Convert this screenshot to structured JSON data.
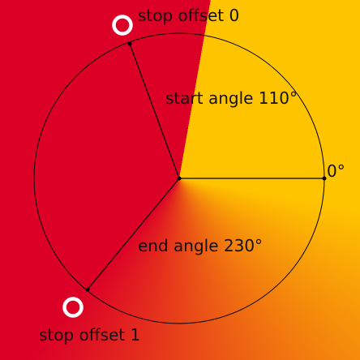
{
  "colors": {
    "stop0": "#ffc400",
    "stop1": "#dc0026",
    "circle_stroke": "#000000",
    "stop_marker": "#ffffff"
  },
  "gradient": {
    "type": "conic",
    "start_angle_deg": 110,
    "end_angle_deg": 230
  },
  "labels": {
    "stop_offset_0": "stop offset 0",
    "stop_offset_1": "stop offset 1",
    "start_angle": "start angle 110°",
    "end_angle": "end angle 230°",
    "zero_angle": "0°"
  }
}
